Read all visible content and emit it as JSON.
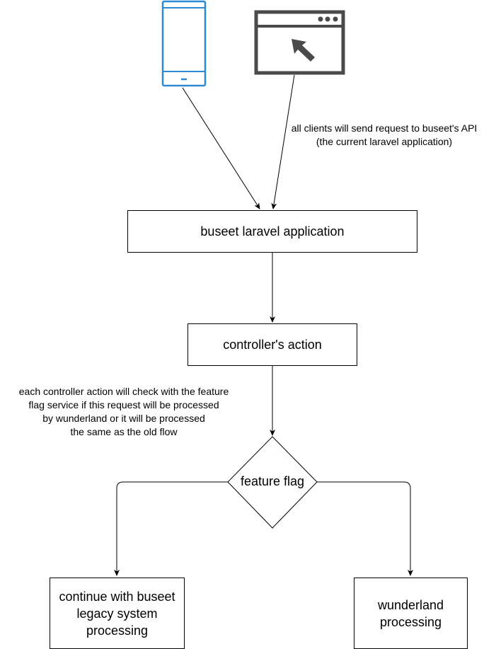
{
  "icons": {
    "phone": "smartphone-icon",
    "browser": "browser-window-icon",
    "cursor": "cursor-arrow-icon"
  },
  "colors": {
    "phone_stroke": "#2a8ad6",
    "browser_stroke": "#4a4a4a",
    "line": "#000000"
  },
  "labels": {
    "clients_note": {
      "line1": "all clients will send request to buseet's API",
      "line2": "(the current laravel application)"
    },
    "app_box": "buseet laravel application",
    "controller_box": "controller's action",
    "controller_note": {
      "line1": "each controller action will check with the feature",
      "line2": "flag service if this request will be processed",
      "line3": "by wunderland or it will be processed",
      "line4": "the same as the old flow"
    },
    "decision": "feature flag",
    "legacy_box": {
      "line1": "continue with buseet",
      "line2": "legacy system",
      "line3": "processing"
    },
    "wunderland_box": {
      "line1": "wunderland",
      "line2": "processing"
    }
  }
}
